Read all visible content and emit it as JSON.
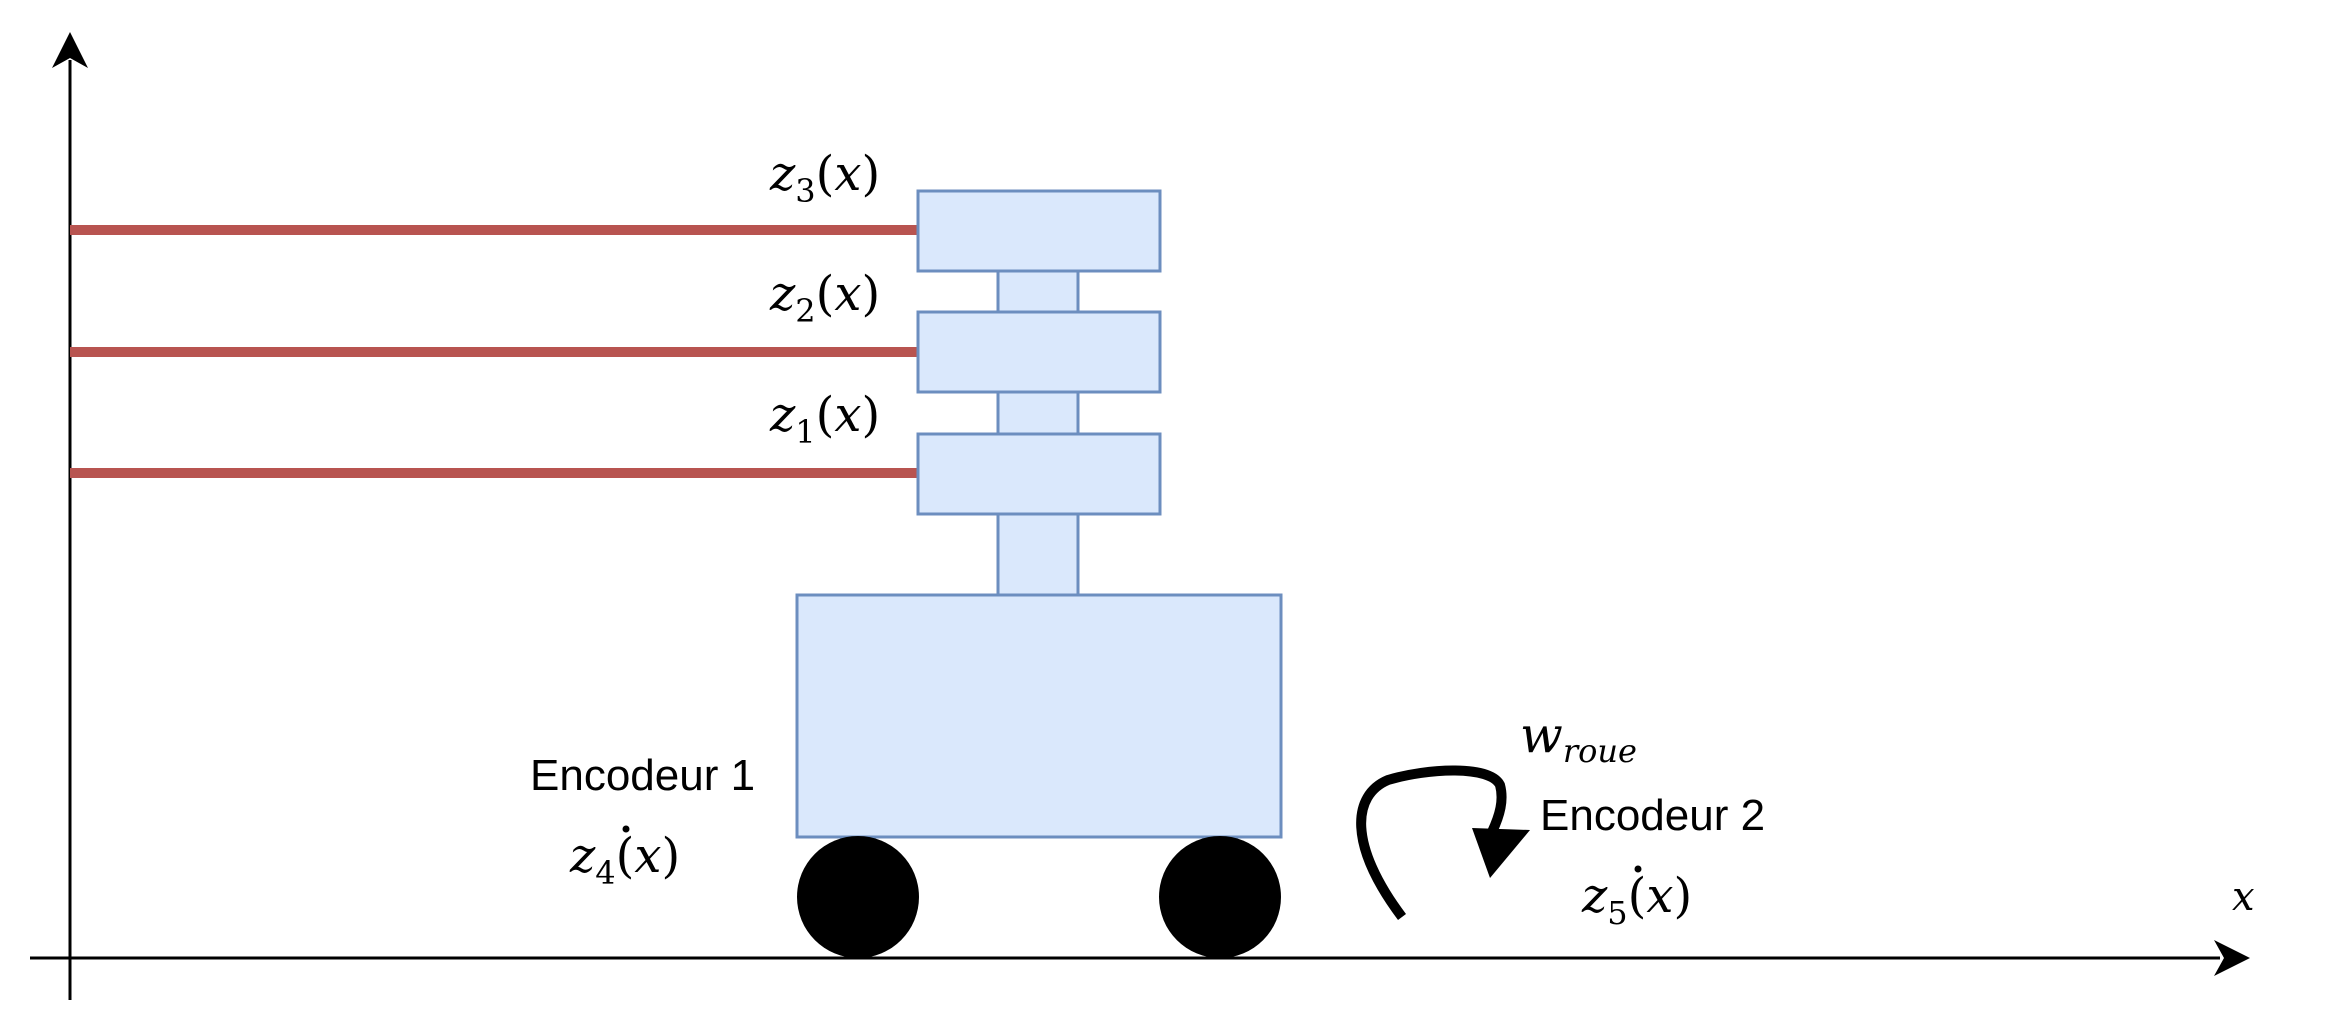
{
  "colors": {
    "axis": "#000000",
    "sensor_line": "#b85450",
    "block_fill": "#dae8fc",
    "block_stroke": "#6c8ebf",
    "wheel": "#000000"
  },
  "axis": {
    "x_label": "x"
  },
  "sensors": [
    {
      "var": "z",
      "sub": "3",
      "arg": "x",
      "arg_dot": false
    },
    {
      "var": "z",
      "sub": "2",
      "arg": "x",
      "arg_dot": false
    },
    {
      "var": "z",
      "sub": "1",
      "arg": "x",
      "arg_dot": false
    }
  ],
  "encoders": [
    {
      "name": "Encodeur 1",
      "measure": {
        "var": "z",
        "sub": "4",
        "arg": "x",
        "arg_dot": true
      }
    },
    {
      "name": "Encodeur 2",
      "measure": {
        "var": "z",
        "sub": "5",
        "arg": "x",
        "arg_dot": true
      }
    }
  ],
  "rotation": {
    "var": "w",
    "sub": "roue"
  },
  "icons": {
    "rotation_arrow": "curved-arrow-icon"
  }
}
